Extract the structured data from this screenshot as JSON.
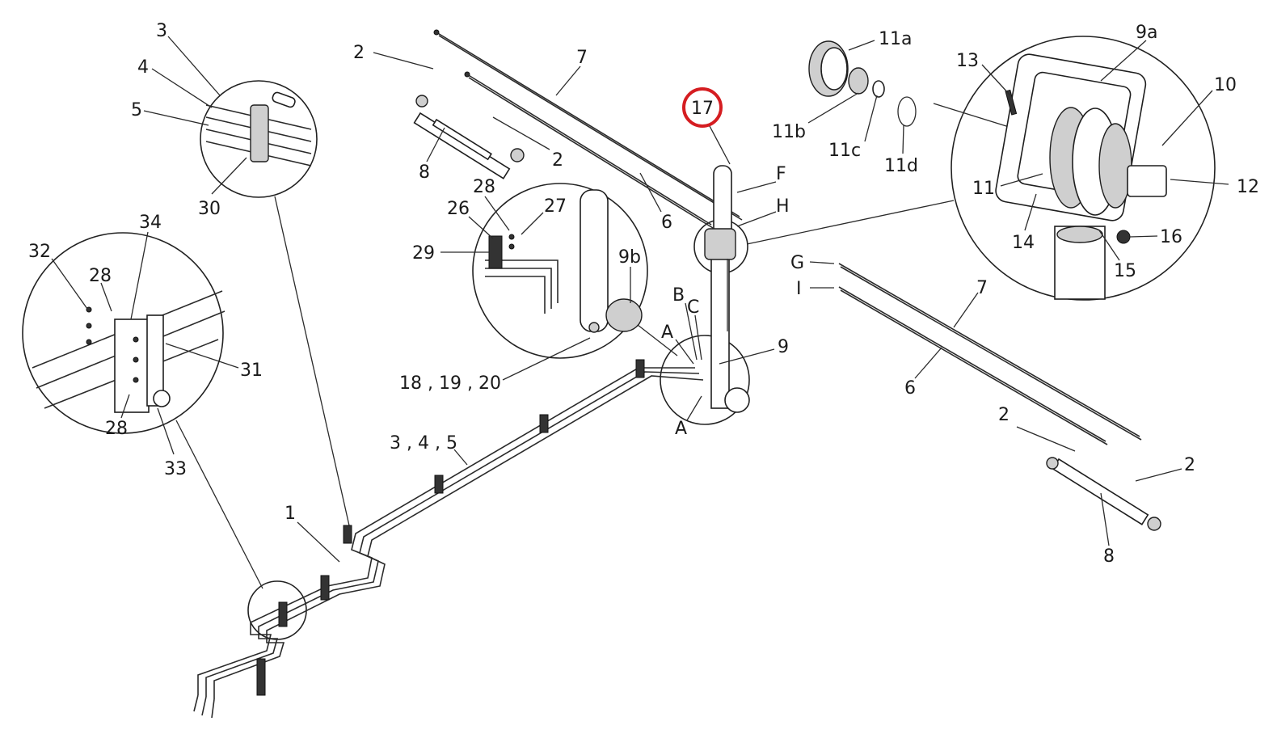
{
  "callouts": {
    "c1": "1",
    "c2a": "2",
    "c2b": "2",
    "c2c": "2",
    "c2d": "2",
    "c3": "3",
    "c4": "4",
    "c5": "5",
    "c345": "3 , 4 , 5",
    "c6a": "6",
    "c6b": "6",
    "c7a": "7",
    "c7b": "7",
    "c8a": "8",
    "c8b": "8",
    "c9": "9",
    "c9a": "9a",
    "c9b": "9b",
    "c10": "10",
    "c11": "11",
    "c11a": "11a",
    "c11b": "11b",
    "c11c": "11c",
    "c11d": "11d",
    "c12": "12",
    "c13": "13",
    "c14": "14",
    "c15": "15",
    "c16": "16",
    "c17": "17",
    "c181920": "18 , 19 , 20",
    "c26": "26",
    "c27": "27",
    "c28a": "28",
    "c28b": "28",
    "c28c": "28",
    "c29": "29",
    "c30": "30",
    "c31": "31",
    "c32": "32",
    "c33": "33",
    "c34": "34",
    "cA1": "A",
    "cA2": "A",
    "cB": "B",
    "cC": "C",
    "cF": "F",
    "cH": "H",
    "cG": "G",
    "cI": "I"
  },
  "highlight": {
    "label": "17",
    "color": "#d51d21"
  }
}
